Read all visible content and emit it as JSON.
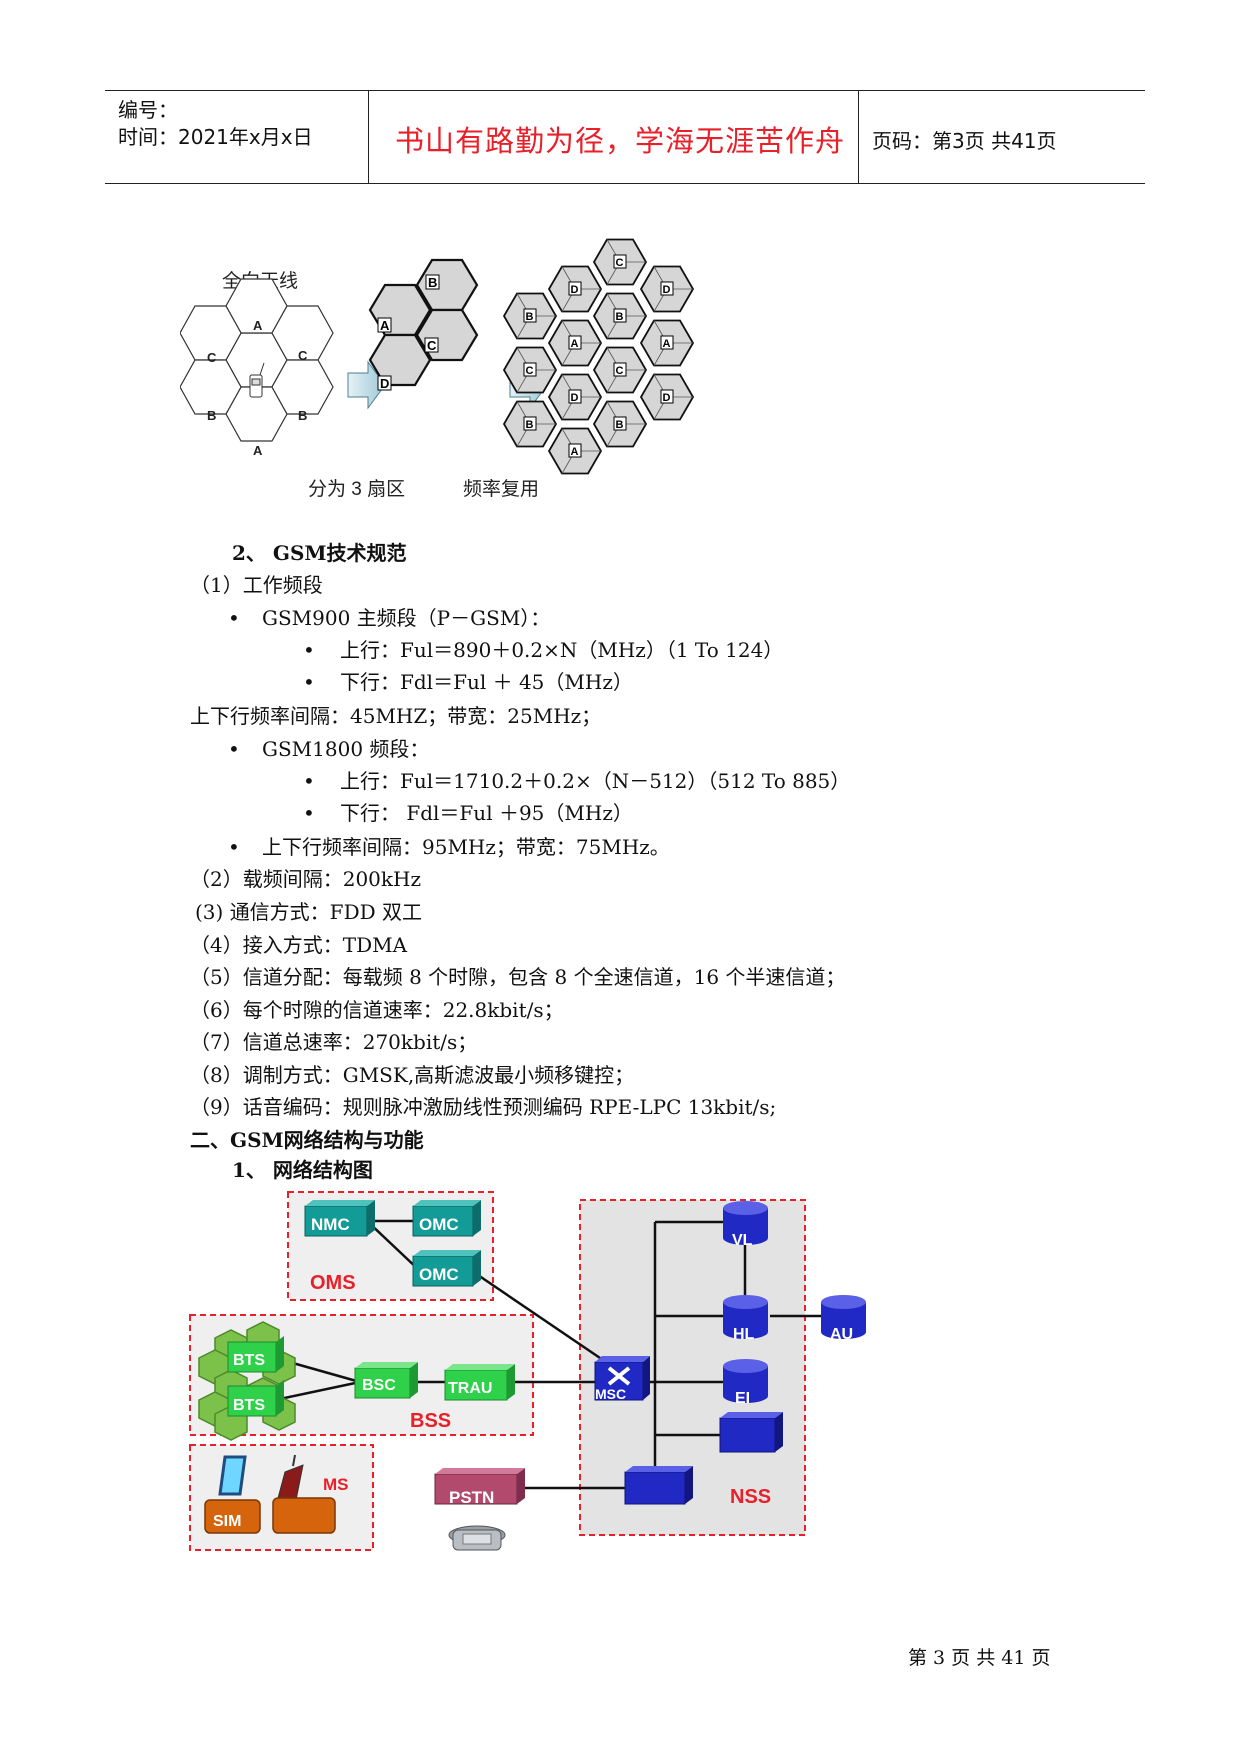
{
  "header": {
    "serial_label": "编号：",
    "time_label": "时间：2021年x月x日",
    "motto": "书山有路勤为径，学海无涯苦作舟",
    "page_label": "页码：第3页  共41页"
  },
  "fig1": {
    "omni_caption": "全向天线",
    "sector_caption": "分为 3 扇区",
    "reuse_caption": "频率复用",
    "omni_cells": [
      "A",
      "C",
      "C",
      "B",
      "B",
      "A"
    ],
    "sector_letters": [
      "A",
      "B",
      "C",
      "D"
    ]
  },
  "section2_title": "2、 GSM技术规范",
  "lines": {
    "l1": "（1）工作频段",
    "l2": "GSM900 主频段（P－GSM）：",
    "l3": "上行：Ful＝890＋0.2×N（MHz）（1 To    124）",
    "l4": "下行：Fdl＝Ful  ＋  45（MHz）",
    "l5": "上下行频率间隔：45MHZ；带宽：25MHz；",
    "l6": "GSM1800 频段：",
    "l7": "上行：Ful＝1710.2＋0.2×（N－512）（512 To 885）",
    "l8": "下行：  Fdl＝Ful  ＋95（MHz）",
    "l9": "上下行频率间隔：95MHz；带宽：75MHz。",
    "l10": "（2）载频间隔：200kHz",
    "l11": "(3)     通信方式：FDD 双工",
    "l12": "（4）接入方式：TDMA",
    "l13": "（5）信道分配：每载频 8 个时隙，包含 8 个全速信道，16 个半速信道；",
    "l14": "（6）每个时隙的信道速率：22.8kbit/s；",
    "l15": "（7）信道总速率：270kbit/s；",
    "l16": "（8）调制方式：GMSK,高斯滤波最小频移键控；",
    "l17": "（9）话音编码：规则脉冲激励线性预测编码 RPE-LPC 13kbit/s;"
  },
  "section_net_title": "二、GSM网络结构与功能",
  "sub_title": "1、 网络结构图",
  "fig2": {
    "nmc": "NMC",
    "omc1": "OMC",
    "omc2": "OMC",
    "oms": "OMS",
    "bts1": "BTS",
    "bts2": "BTS",
    "bsc": "BSC",
    "trau": "TRAU",
    "bss": "BSS",
    "msc": "MSC",
    "vl": "VL",
    "hl": "HL",
    "au": "AU",
    "ei": "EI",
    "nss": "NSS",
    "pstn": "PSTN",
    "ms": "MS",
    "sim": "SIM"
  },
  "footer": "第 3 页 共 41 页",
  "colors": {
    "motto_red": "#e8202a",
    "teal": "#139b97",
    "green": "#2fd14a",
    "blue": "#2129c4",
    "dashed_red": "#e8202a",
    "pstn": "#b24a6e",
    "orange": "#d6640c"
  }
}
